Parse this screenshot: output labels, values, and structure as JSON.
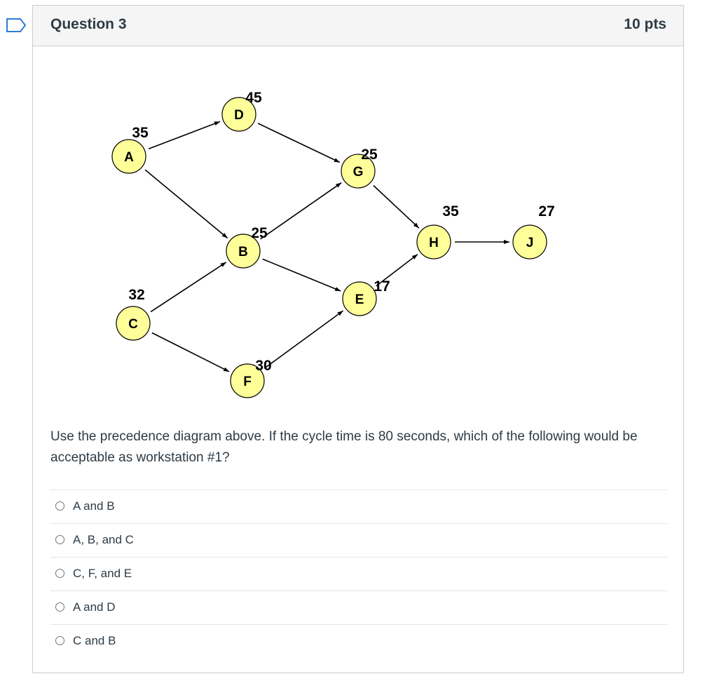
{
  "question": {
    "title": "Question 3",
    "points": "10 pts",
    "prompt": "Use the precedence diagram above.  If the cycle time is 80 seconds, which of the following would be acceptable as workstation #1?"
  },
  "diagram": {
    "nodes": [
      {
        "id": "A",
        "time": "35"
      },
      {
        "id": "B",
        "time": "25"
      },
      {
        "id": "C",
        "time": "32"
      },
      {
        "id": "D",
        "time": "45"
      },
      {
        "id": "E",
        "time": "17"
      },
      {
        "id": "F",
        "time": "30"
      },
      {
        "id": "G",
        "time": "25"
      },
      {
        "id": "H",
        "time": "35"
      },
      {
        "id": "J",
        "time": "27"
      }
    ],
    "edges": [
      [
        "A",
        "D"
      ],
      [
        "A",
        "B"
      ],
      [
        "D",
        "G"
      ],
      [
        "B",
        "G"
      ],
      [
        "B",
        "E"
      ],
      [
        "C",
        "B"
      ],
      [
        "C",
        "F"
      ],
      [
        "F",
        "E"
      ],
      [
        "G",
        "H"
      ],
      [
        "E",
        "H"
      ],
      [
        "H",
        "J"
      ]
    ],
    "node_fill": "#ffff99"
  },
  "answers": [
    {
      "label": "A and B"
    },
    {
      "label": "A, B, and C"
    },
    {
      "label": "C, F, and E"
    },
    {
      "label": "A and D"
    },
    {
      "label": "C and B"
    }
  ],
  "colors": {
    "text": "#2d3b45",
    "border": "#c7cdd1",
    "header_bg": "#f5f5f5",
    "flag": "#2d7bd8"
  }
}
